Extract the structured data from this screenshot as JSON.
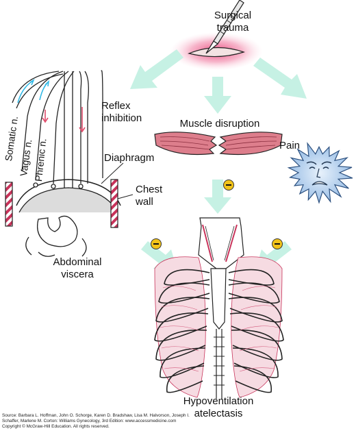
{
  "nodes": {
    "surgical_trauma": [
      "Surgical",
      "trauma"
    ],
    "reflex_inhibition": [
      "Reflex",
      "inhibition"
    ],
    "muscle_disruption": "Muscle disruption",
    "pain": "Pain",
    "diaphragm": "Diaphragm",
    "chest_wall": [
      "Chest",
      "wall"
    ],
    "abdominal_viscera": [
      "Abdominal",
      "viscera"
    ],
    "hypoventilation": [
      "Hypoventilation",
      "atelectasis"
    ]
  },
  "nerves": {
    "somatic": "Somatic n.",
    "vagus": "Vagus n.",
    "phrenic": "Phrenic n."
  },
  "credits": [
    "Source: Barbara L. Hoffman, John O. Schorge, Karen D. Bradshaw, Lisa M. Halvorson, Joseph I.",
    "Schaffer, Marlene M. Corton: Williams Gynecology, 3rd Edition: www.accessmedicine.com",
    "Copyright © McGraw-Hill Education. All rights reserved."
  ],
  "colors": {
    "arrow": "#c6f1e4",
    "muscle": "#dd7e8c",
    "lung": "#f6dbe2",
    "pain": "#a9c9ec",
    "incision_glow": "#f07aa0",
    "minus_badge": "#f2c319"
  }
}
